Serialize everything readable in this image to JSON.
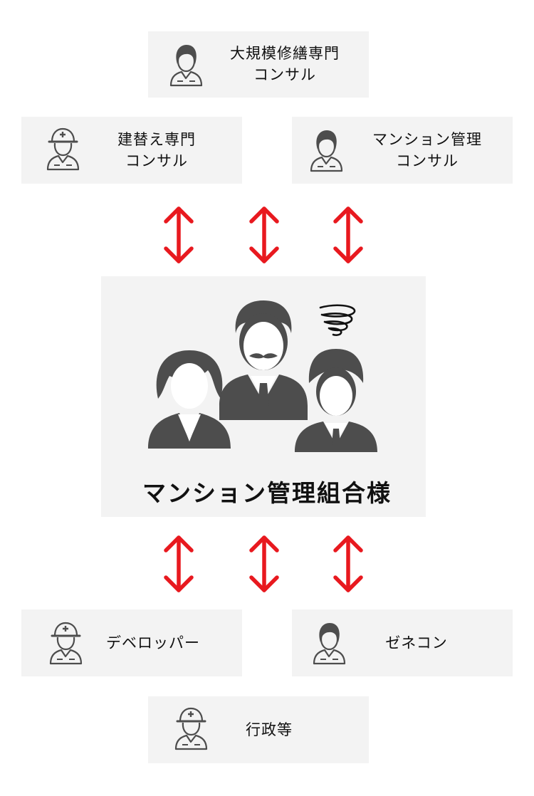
{
  "roles": [
    {
      "id": "large-scale-repair",
      "line1": "大規模修繕専門",
      "line2": "コンサル",
      "icon": "person-icon"
    },
    {
      "id": "rebuild",
      "line1": "建替え専門",
      "line2": "コンサル",
      "icon": "hardhat-worker-icon"
    },
    {
      "id": "mansion-management",
      "line1": "マンション管理",
      "line2": "コンサル",
      "icon": "person-icon"
    },
    {
      "id": "developer",
      "line1": "デベロッパー",
      "icon": "hardhat-worker-icon"
    },
    {
      "id": "general-contractor",
      "line1": "ゼネコン",
      "icon": "person-icon"
    },
    {
      "id": "government",
      "line1": "行政等",
      "icon": "hardhat-worker-icon"
    }
  ],
  "center": {
    "title": "マンション管理組合様",
    "icon": "confused-group-icon"
  },
  "colors": {
    "arrow": "#e8191f",
    "box_bg": "#f3f3f3",
    "icon_fill": "#4d4d4d",
    "text": "#111111"
  }
}
